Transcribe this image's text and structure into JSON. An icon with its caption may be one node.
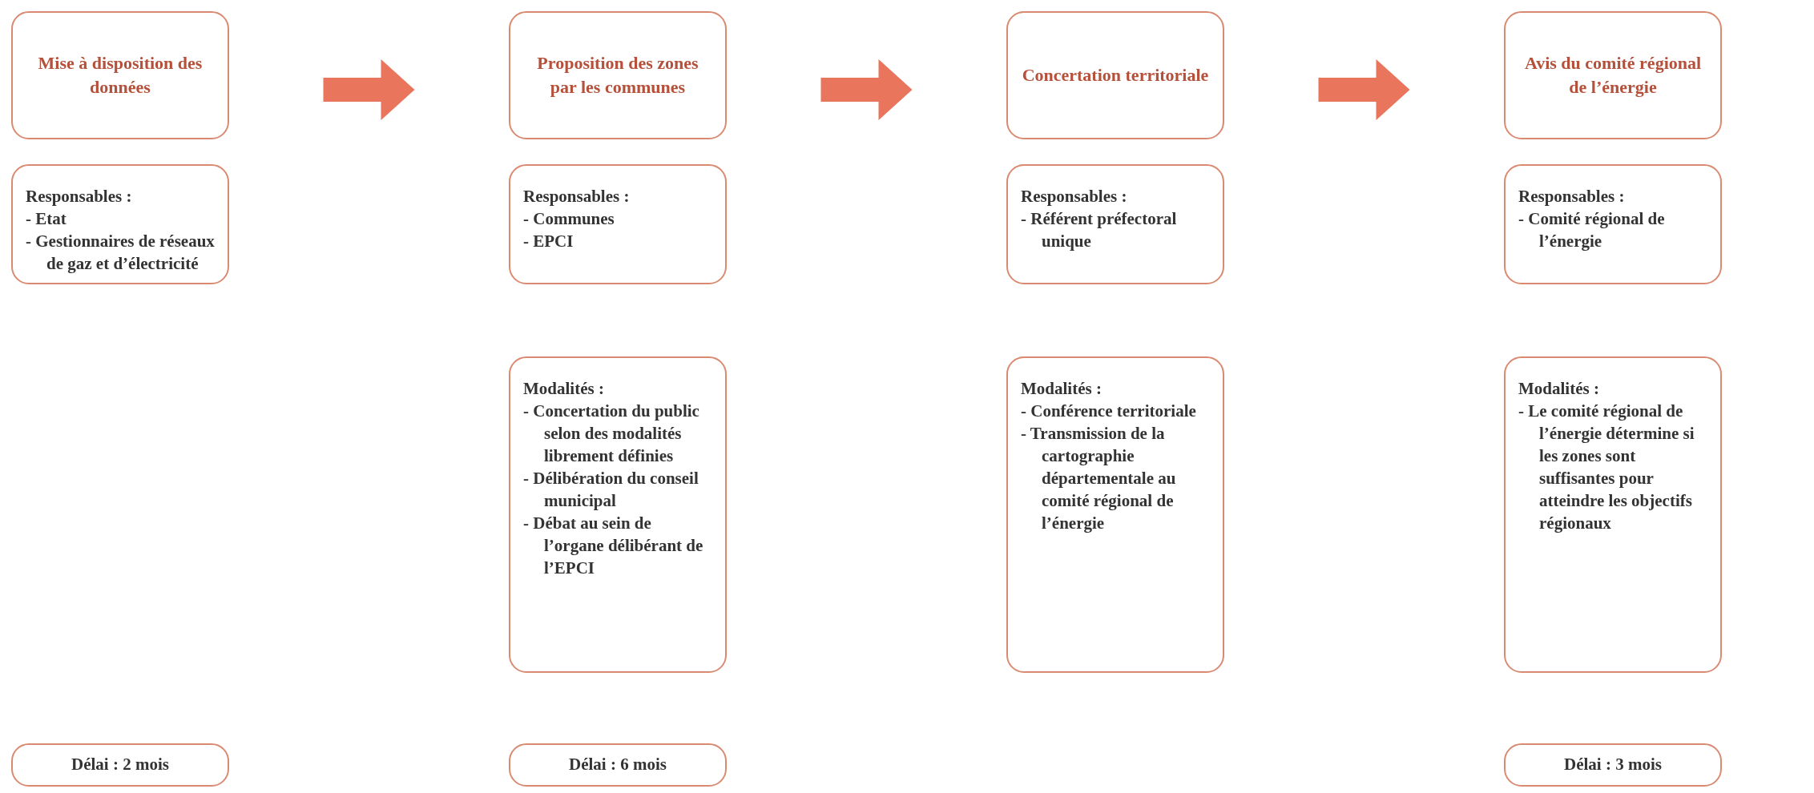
{
  "diagram": {
    "nodes": [
      {
        "text": [
          "Mise à disposition des données"
        ]
      },
      {
        "text": [
          "Proposition des zones par les communes"
        ]
      },
      {
        "text": [
          "Concertation territoriale"
        ]
      },
      {
        "text": [
          "Avis du comité régional de l’énergie"
        ]
      },
      {
        "text": [
          "Responsables :",
          "- Etat",
          "- Gestionnaires de réseaux de gaz et d’électricité"
        ]
      },
      {
        "text": [
          "Responsables :",
          "- Communes",
          "- EPCI"
        ]
      },
      {
        "text": [
          "Responsables :",
          "- Référent préfectoral unique"
        ]
      },
      {
        "text": [
          "Responsables :",
          "- Comité régional de l’énergie"
        ]
      },
      {
        "text": [
          "Modalités :",
          "- Concertation du public selon des modalités librement définies",
          "- Délibération du conseil municipal",
          "- Débat au sein de l’organe délibérant de l’EPCI"
        ]
      },
      {
        "text": [
          "Modalités :",
          "- Conférence territoriale",
          "- Transmission de la cartographie départementale au comité régional de l’énergie"
        ]
      },
      {
        "text": [
          "Modalités :",
          "- Le comité régional de l’énergie détermine si les zones sont suffisantes pour atteindre les objectifs régionaux"
        ]
      },
      {
        "text": [
          "Délai : 2 mois"
        ]
      },
      {
        "text": [
          "Délai : 6 mois"
        ]
      },
      {
        "text": [
          "Délai : 3 mois"
        ]
      }
    ],
    "edges": [
      {
        "from": 0,
        "to": 1,
        "arrow": "to",
        "style": "thick"
      },
      {
        "from": 1,
        "to": 2,
        "arrow": "to",
        "style": "thick"
      },
      {
        "from": 2,
        "to": 3,
        "arrow": "to",
        "style": "thick"
      }
    ]
  }
}
